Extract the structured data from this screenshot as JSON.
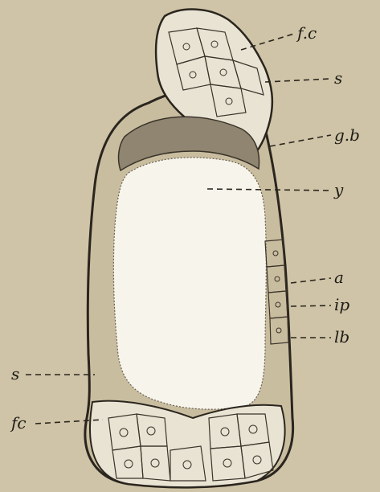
{
  "figure": {
    "labels": [
      {
        "id": "fc-top",
        "text": "f.c"
      },
      {
        "id": "s-top",
        "text": "s"
      },
      {
        "id": "gb",
        "text": "g.b"
      },
      {
        "id": "y",
        "text": "y"
      },
      {
        "id": "a",
        "text": "a"
      },
      {
        "id": "ip",
        "text": "ip"
      },
      {
        "id": "lb",
        "text": "lb"
      },
      {
        "id": "s-bottom",
        "text": "s"
      },
      {
        "id": "fc-bottom",
        "text": "fc"
      }
    ],
    "colors": {
      "background": "#cfc4a7",
      "ink": "#2a251e",
      "yolk": "#f7f4ec"
    }
  }
}
